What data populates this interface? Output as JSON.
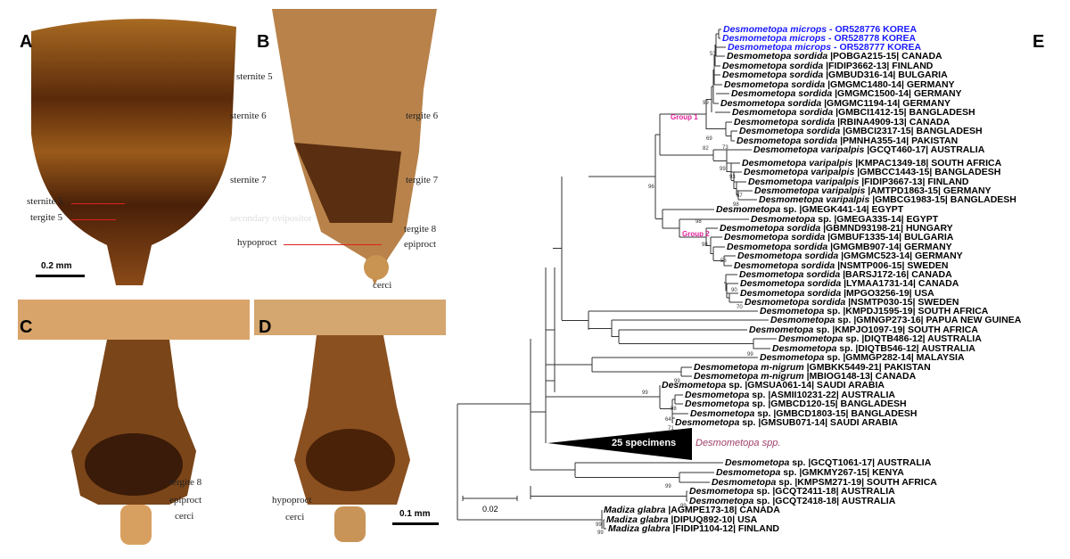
{
  "panels": {
    "a": "A",
    "b": "B",
    "c": "C",
    "d": "D",
    "e": "E"
  },
  "labels_a": {
    "sternite5": "sternite 5",
    "tergite5": "tergite 5",
    "scale": "0.2 mm"
  },
  "labels_b": {
    "sternite5": "sternite 5",
    "sternite6": "sternite 6",
    "tergite6": "tergite 6",
    "sternite7": "sternite 7",
    "tergite7": "tergite 7",
    "secondary": "secondary ovipositor",
    "tergite8": "tergite 8",
    "hypoproct": "hypoproct",
    "epiproct": "epiproct",
    "cerci": "cerci"
  },
  "labels_c": {
    "tergite8": "tergite 8",
    "epiproct": "epiproct",
    "cerci": "cerci"
  },
  "labels_d": {
    "hypoproct": "hypoproct",
    "cerci": "cerci",
    "scale": "0.1 mm"
  },
  "tree": {
    "scale_label": "0.02",
    "groups": [
      "Group 1",
      "Group 2"
    ],
    "collapsed": {
      "count": "25 specimens",
      "taxon": "Desmometopa spp.",
      "taxon_color": "#a0406a"
    },
    "highlight_color": "#1a1aff",
    "leaves": [
      [
        "Desmometopa microps",
        " - OR528776 KOREA",
        1
      ],
      [
        "Desmometopa microps",
        " - OR528778 KOREA",
        1
      ],
      [
        "Desmometopa microps",
        " - OR528777 KOREA",
        1
      ],
      [
        "Desmometopa sordida",
        " |POBGA215-15| CANADA"
      ],
      [
        "Desmometopa sordida",
        " |FIDIP3662-13| FINLAND"
      ],
      [
        "Desmometopa sordida",
        " |GMBUD316-14| BULGARIA"
      ],
      [
        "Desmometopa sordida",
        " |GMGMC1480-14| GERMANY"
      ],
      [
        "Desmometopa sordida",
        " |GMGMC1500-14| GERMANY"
      ],
      [
        "Desmometopa sordida",
        " |GMGMC1194-14| GERMANY"
      ],
      [
        "Desmometopa sordida",
        " |GMBCI1412-15| BANGLADESH"
      ],
      [
        "Desmometopa sordida",
        " |RBINA4909-13| CANADA"
      ],
      [
        "Desmometopa sordida",
        " |GMBCI2317-15| BANGLADESH"
      ],
      [
        "Desmometopa sordida",
        " |PMNHA355-14| PAKISTAN"
      ],
      [
        "Desmometopa varipalpis",
        " |GCQT460-17| AUSTRALIA"
      ],
      [
        "Desmometopa varipalpis",
        " |KMPAC1349-18| SOUTH AFRICA"
      ],
      [
        "Desmometopa varipalpis",
        " |GMBCC1443-15| BANGLADESH"
      ],
      [
        "Desmometopa varipalpis",
        " |FIDIP3667-13| FINLAND"
      ],
      [
        "Desmometopa varipalpis",
        " |AMTPD1863-15| GERMANY"
      ],
      [
        "Desmometopa varipalpis",
        " |GMBCG1983-15| BANGLADESH"
      ],
      [
        "Desmometopa",
        " sp. |GMEGK441-14| EGYPT"
      ],
      [
        "Desmometopa",
        " sp. |GMEGA335-14| EGYPT"
      ],
      [
        "Desmometopa sordida",
        " |GBMND93198-21| HUNGARY"
      ],
      [
        "Desmometopa sordida",
        " |GMBUF1335-14| BULGARIA"
      ],
      [
        "Desmometopa sordida",
        " |GMGMB907-14| GERMANY"
      ],
      [
        "Desmometopa sordida",
        " |GMGMC523-14| GERMANY"
      ],
      [
        "Desmometopa sordida",
        " |NSMTP006-15| SWEDEN"
      ],
      [
        "Desmometopa sordida",
        " |BARSJ172-16| CANADA"
      ],
      [
        "Desmometopa sordida",
        " |LYMAA1731-14| CANADA"
      ],
      [
        "Desmometopa sordida",
        " |MPGO3256-19| USA"
      ],
      [
        "Desmometopa sordida",
        " |NSMTP030-15| SWEDEN"
      ],
      [
        "Desmometopa",
        " sp. |KMPDJ1595-19| SOUTH AFRICA"
      ],
      [
        "Desmometopa",
        " sp. |GMNGP273-16| PAPUA NEW GUINEA"
      ],
      [
        "Desmometopa",
        " sp. |KMPJO1097-19| SOUTH AFRICA"
      ],
      [
        "Desmometopa",
        " sp. |DIQTB486-12| AUSTRALIA"
      ],
      [
        "Desmometopa",
        " sp. |DIQTB546-12| AUSTRALIA"
      ],
      [
        "Desmometopa",
        " sp. |GMMGP282-14| MALAYSIA"
      ],
      [
        "Desmometopa m-nigrum",
        " |GMBKK5449-21| PAKISTAN"
      ],
      [
        "Desmometopa m-nigrum",
        " |MBIOG148-13| CANADA"
      ],
      [
        "Desmometopa",
        " sp. |GMSUA061-14| SAUDI ARABIA"
      ],
      [
        "Desmometopa",
        " sp. |ASMII10231-22| AUSTRALIA"
      ],
      [
        "Desmometopa",
        " sp. |GMBCD120-15| BANGLADESH"
      ],
      [
        "Desmometopa",
        " sp. |GMBCD1803-15| BANGLADESH"
      ],
      [
        "Desmometopa",
        " sp. |GMSUB071-14| SAUDI ARABIA"
      ],
      [
        "Desmometopa",
        " sp. |GCQT1061-17| AUSTRALIA"
      ],
      [
        "Desmometopa",
        " sp. |GMKMY267-15| KENYA"
      ],
      [
        "Desmometopa",
        " sp. |KMPSM271-19| SOUTH AFRICA"
      ],
      [
        "Desmometopa",
        " sp. |GCQT2411-18| AUSTRALIA"
      ],
      [
        "Desmometopa",
        " sp. |GCQT2418-18| AUSTRALIA"
      ],
      [
        "Madiza glabra",
        " |AGMPE173-18| CANADA"
      ],
      [
        "Madiza glabra",
        " |DIPUQ892-10| USA"
      ],
      [
        "Madiza glabra",
        " |FIDIP1104-12| FINLAND"
      ]
    ],
    "bootstrap": [
      "53",
      "99",
      "69",
      "73",
      "82",
      "96",
      "99",
      "93",
      "57",
      "98",
      "98",
      "98",
      "56",
      "90",
      "70",
      "99",
      "99",
      "99",
      "98",
      "64",
      "71",
      "99",
      "99",
      "99",
      "99"
    ]
  }
}
